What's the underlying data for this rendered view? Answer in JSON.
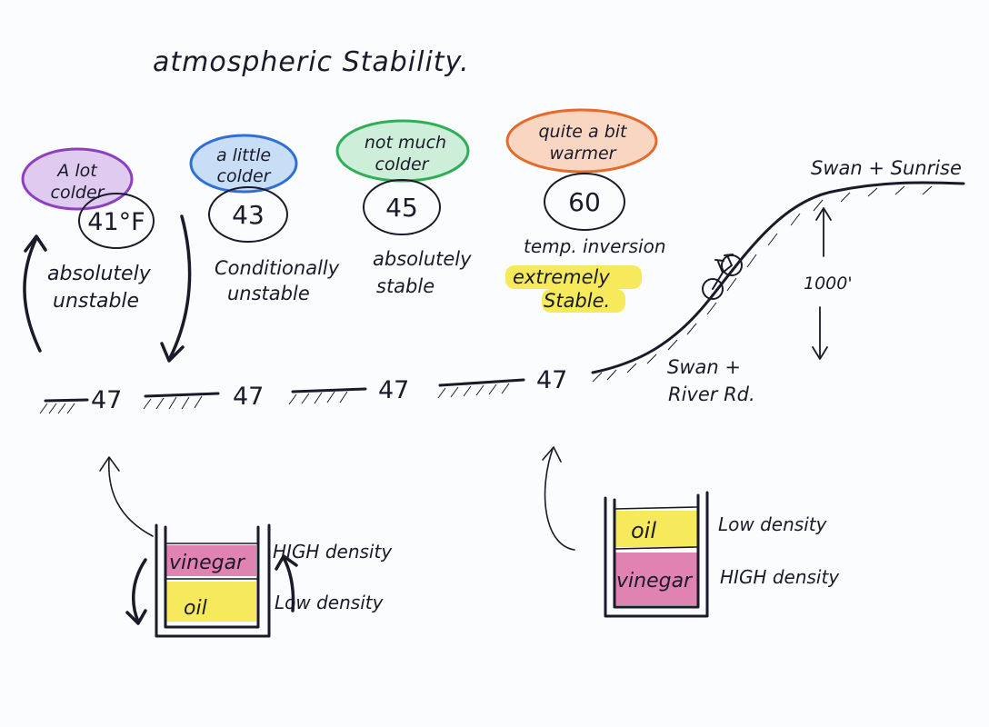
{
  "title": "atmospheric Stability.",
  "columns": [
    {
      "bubble": [
        "A lot",
        "colder"
      ],
      "bubble_color": "#8e3fbf",
      "temp": "41°F",
      "label": [
        "absolutely",
        "unstable"
      ]
    },
    {
      "bubble": [
        "a little",
        "colder"
      ],
      "bubble_color": "#2f6fd6",
      "temp": "43",
      "label": [
        "Conditionally",
        "unstable"
      ]
    },
    {
      "bubble": [
        "not much",
        "colder"
      ],
      "bubble_color": "#2fae56",
      "temp": "45",
      "label": [
        "absolutely",
        "stable"
      ]
    },
    {
      "bubble": [
        "quite a bit",
        "warmer"
      ],
      "bubble_color": "#e56a2c",
      "temp": "60",
      "label": [
        "temp. inversion",
        "extremely",
        "Stable."
      ]
    }
  ],
  "ground_temps": [
    "47",
    "47",
    "47",
    "47"
  ],
  "hill": {
    "top_label": "Swan + Sunrise",
    "bottom_label": [
      "Swan +",
      "River Rd."
    ],
    "height_label": "1000'"
  },
  "highlight_color": "#f4e640",
  "containers": [
    {
      "top": {
        "label": "vinegar",
        "color": "#d6508f"
      },
      "bottom": {
        "label": "oil",
        "color": "#f4e640"
      },
      "top_density": "HIGH density",
      "bottom_density": "Low density"
    },
    {
      "top": {
        "label": "oil",
        "color": "#f4e640"
      },
      "bottom": {
        "label": "vinegar",
        "color": "#d6508f"
      },
      "top_density": "Low density",
      "bottom_density": "HIGH density"
    }
  ]
}
